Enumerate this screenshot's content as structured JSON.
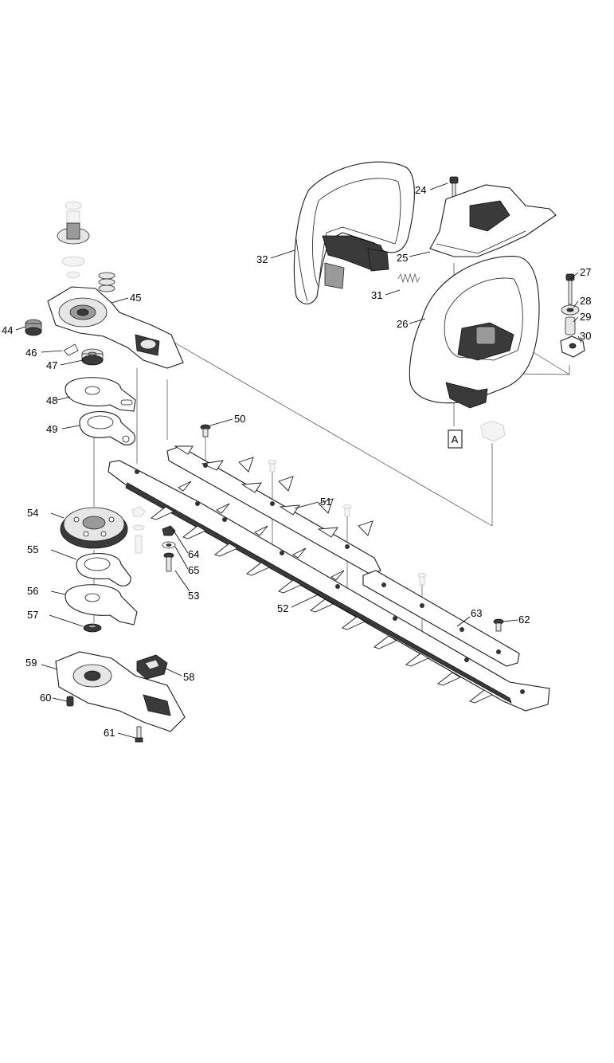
{
  "diagram": {
    "reference_box": "A",
    "parts": [
      {
        "id": "p24",
        "label": "24",
        "icon": "bolt-icon"
      },
      {
        "id": "p25",
        "label": "25",
        "icon": "handle-cover-icon"
      },
      {
        "id": "p26",
        "label": "26",
        "icon": "rear-handle-icon"
      },
      {
        "id": "p27",
        "label": "27",
        "icon": "bolt-icon"
      },
      {
        "id": "p28",
        "label": "28",
        "icon": "washer-icon"
      },
      {
        "id": "p29",
        "label": "29",
        "icon": "sleeve-icon"
      },
      {
        "id": "p30",
        "label": "30",
        "icon": "nut-bracket-icon"
      },
      {
        "id": "p31",
        "label": "31",
        "icon": "spring-icon"
      },
      {
        "id": "p32",
        "label": "32",
        "icon": "front-handle-icon"
      },
      {
        "id": "p44",
        "label": "44",
        "icon": "rubber-pin-icon"
      },
      {
        "id": "p45",
        "label": "45",
        "icon": "gear-housing-icon"
      },
      {
        "id": "p46",
        "label": "46",
        "icon": "clip-icon"
      },
      {
        "id": "p47",
        "label": "47",
        "icon": "bearing-icon"
      },
      {
        "id": "p48",
        "label": "48",
        "icon": "plate-icon"
      },
      {
        "id": "p49",
        "label": "49",
        "icon": "ring-plate-icon"
      },
      {
        "id": "p50",
        "label": "50",
        "icon": "screw-icon"
      },
      {
        "id": "p51",
        "label": "51",
        "icon": "blade-icon"
      },
      {
        "id": "p52",
        "label": "52",
        "icon": "blade-icon"
      },
      {
        "id": "p53",
        "label": "53",
        "icon": "screw-icon"
      },
      {
        "id": "p54",
        "label": "54",
        "icon": "gear-icon"
      },
      {
        "id": "p55",
        "label": "55",
        "icon": "ring-plate-icon"
      },
      {
        "id": "p56",
        "label": "56",
        "icon": "plate-icon"
      },
      {
        "id": "p57",
        "label": "57",
        "icon": "bearing-icon"
      },
      {
        "id": "p58",
        "label": "58",
        "icon": "block-icon"
      },
      {
        "id": "p59",
        "label": "59",
        "icon": "gear-housing-icon"
      },
      {
        "id": "p60",
        "label": "60",
        "icon": "grease-nipple-icon"
      },
      {
        "id": "p61",
        "label": "61",
        "icon": "screw-icon"
      },
      {
        "id": "p62",
        "label": "62",
        "icon": "screw-icon"
      },
      {
        "id": "p63",
        "label": "63",
        "icon": "blade-guide-icon"
      },
      {
        "id": "p64",
        "label": "64",
        "icon": "nut-icon"
      },
      {
        "id": "p65",
        "label": "65",
        "icon": "washer-icon"
      }
    ]
  }
}
